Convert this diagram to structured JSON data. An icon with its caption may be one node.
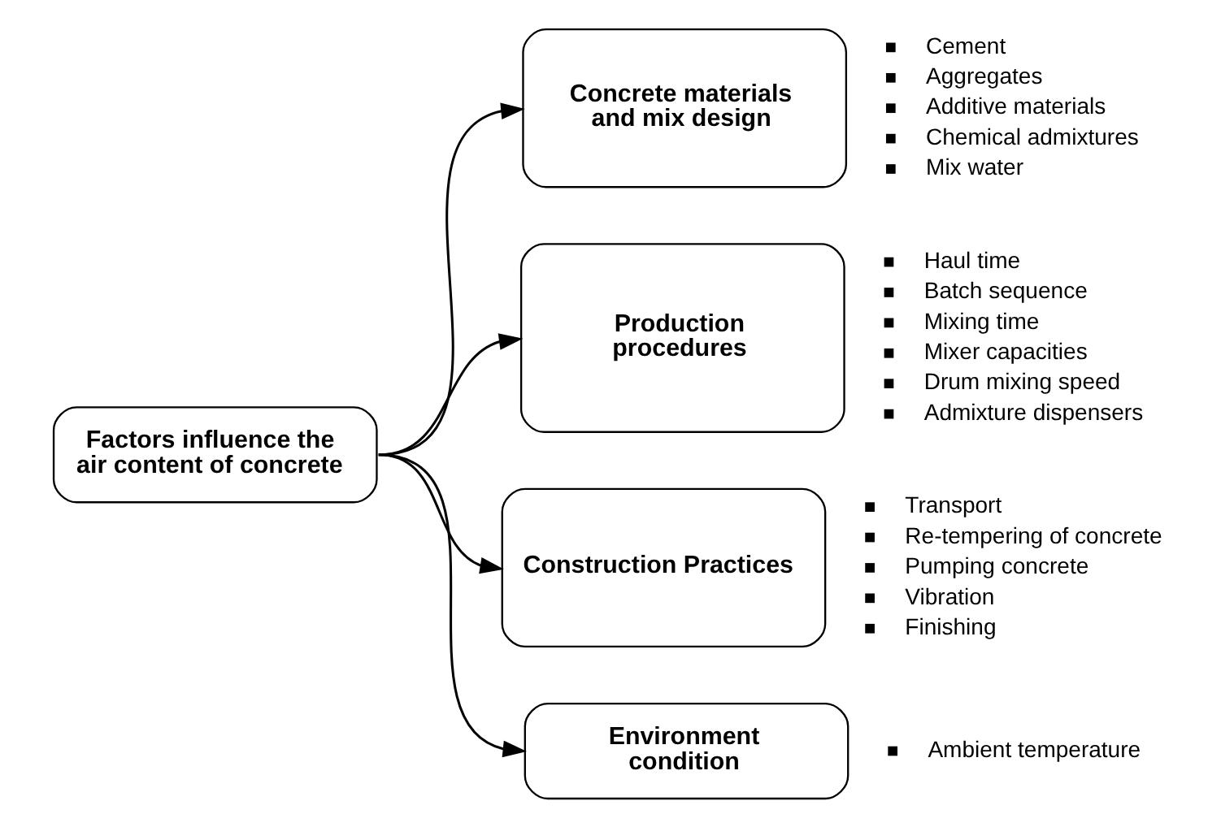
{
  "diagram": {
    "nodes": [
      {
        "text": [
          "Factors influence the air content of concrete"
        ]
      },
      {
        "text": [
          "Concrete materials and mix design"
        ],
        "beside": [
          "Cement",
          "Aggregates",
          "Additive materials",
          "Chemical admixtures",
          "Mix water"
        ]
      },
      {
        "text": [
          "Production procedures"
        ],
        "beside": [
          "Haul time",
          "Batch sequence",
          "Mixing time",
          "Mixer capacities",
          "Drum mixing speed",
          "Admixture dispensers"
        ]
      },
      {
        "text": [
          "Construction Practices"
        ],
        "beside": [
          "Transport",
          "Re-tempering of concrete",
          "Pumping concrete",
          "Vibration",
          "Finishing"
        ]
      },
      {
        "text": [
          "Environment condition"
        ],
        "beside": [
          "Ambient temperature"
        ]
      }
    ],
    "edges": [
      {
        "from": 0,
        "to": 1,
        "arrow": "to"
      },
      {
        "from": 0,
        "to": 2,
        "arrow": "to"
      },
      {
        "from": 0,
        "to": 3,
        "arrow": "to"
      },
      {
        "from": 0,
        "to": 4,
        "arrow": "to"
      }
    ]
  }
}
